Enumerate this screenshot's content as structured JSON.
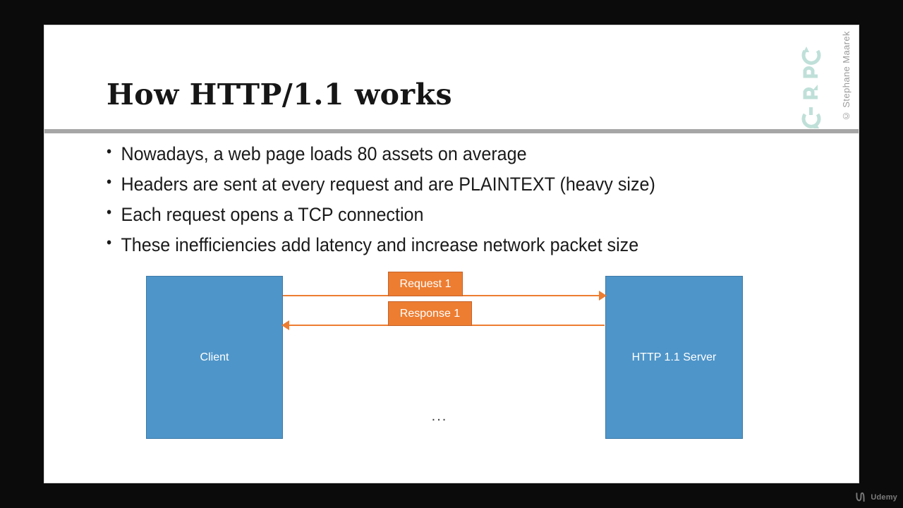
{
  "slide": {
    "title": "How HTTP/1.1 works",
    "copyright": "© Stephane Maarek",
    "logo_name": "gRPC",
    "bullets": [
      "Nowadays, a web page loads 80 assets on average",
      "Headers are sent at every request and are PLAINTEXT (heavy size)",
      "Each request opens a TCP connection",
      "These inefficiencies add latency and increase network packet size"
    ],
    "diagram": {
      "client_label": "Client",
      "server_label": "HTTP 1.1 Server",
      "request_label": "Request 1",
      "response_label": "Response 1",
      "ellipsis": "...",
      "node_color": "#4E95C9",
      "flow_color": "#ED7D31"
    }
  },
  "player": {
    "watermark": "Udemy"
  }
}
